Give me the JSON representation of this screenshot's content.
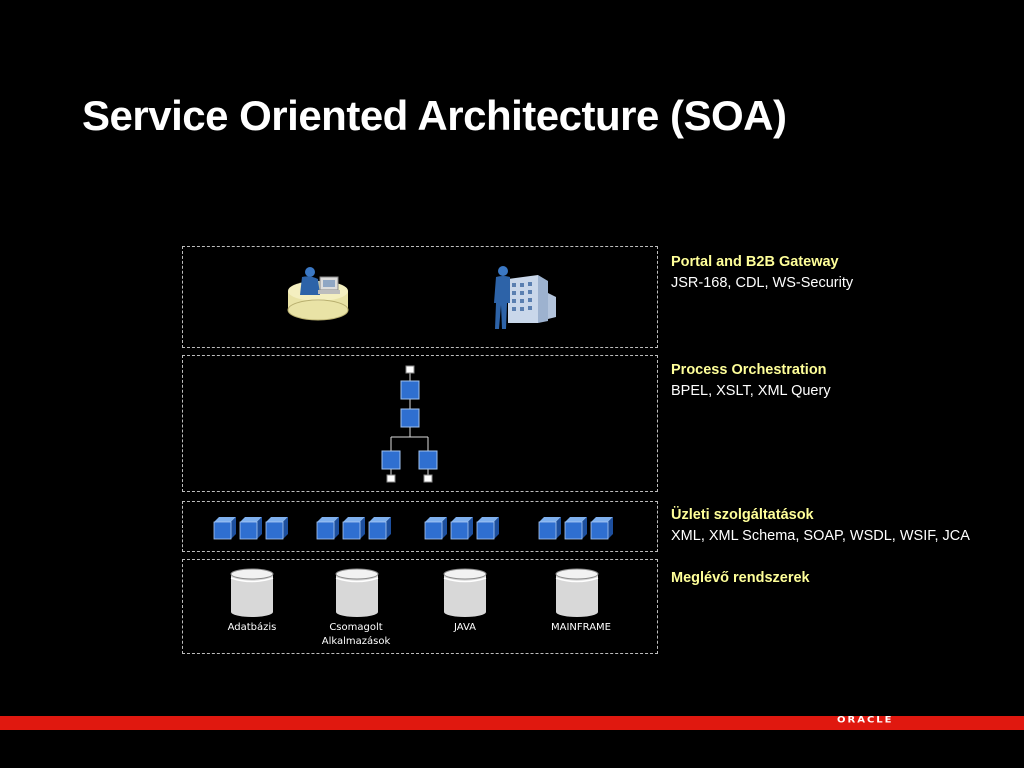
{
  "slide": {
    "title": "Service Oriented Architecture (SOA)"
  },
  "layers": [
    {
      "heading": "Portal and B2B Gateway",
      "sub": "JSR-168, CDL, WS-Security"
    },
    {
      "heading": "Process Orchestration",
      "sub": "BPEL, XSLT, XML Query"
    },
    {
      "heading": "Üzleti szolgáltatások",
      "sub": "XML, XML Schema, SOAP, WSDL, WSIF, JCA"
    },
    {
      "heading": "Meglévő rendszerek",
      "sub": ""
    }
  ],
  "systems": [
    {
      "label": "Adatbázis"
    },
    {
      "label": "Csomagolt Alkalmazások"
    },
    {
      "label": "JAVA"
    },
    {
      "label": "MAINFRAME"
    }
  ],
  "colors": {
    "accent_yellow": "#ffff99",
    "cube_blue": "#2f6fd0",
    "oracle_red": "#e0180f"
  },
  "icons": {
    "portal": "person-at-desk-icon",
    "gateway": "person-with-building-icon",
    "orchestration": "workflow-tree-icon",
    "services": "service-cube-icon",
    "systems": "database-cylinder-icon"
  },
  "footer": {
    "logo": "ORACLE"
  }
}
